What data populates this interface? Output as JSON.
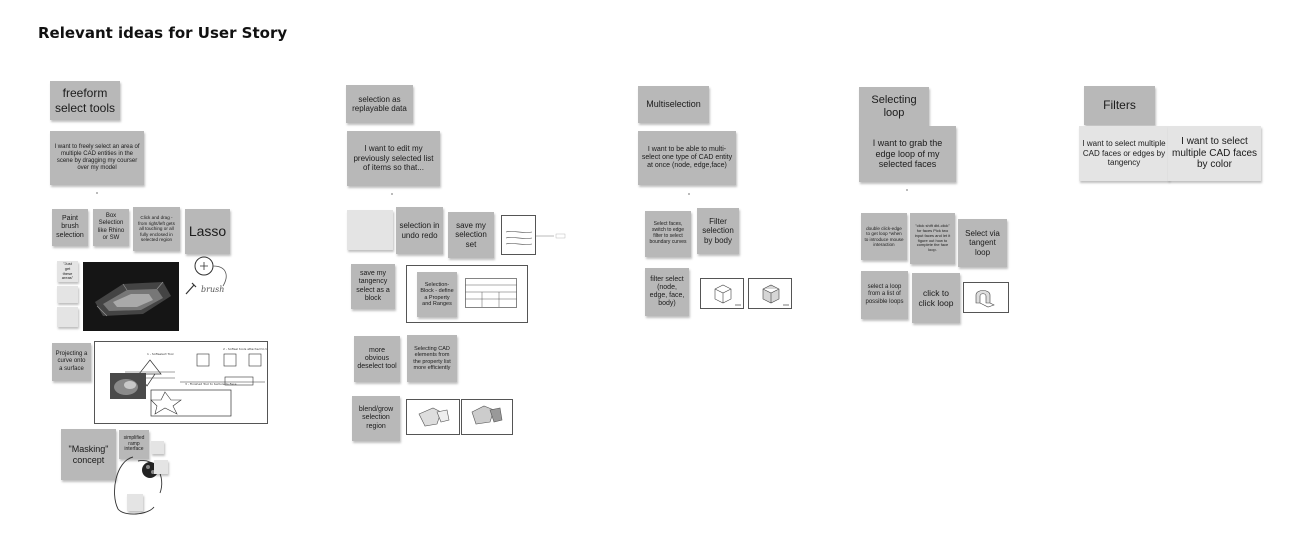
{
  "title": "Relevant ideas for User Story",
  "colors": {
    "sticky": "#b8b8b8",
    "sticky_light": "#e4e4e4",
    "sticky_dark": "#a9a9a9",
    "background": "#ffffff",
    "text": "#1b1b1b"
  },
  "col1": {
    "header": "freeform select tools",
    "story": "I want to freely select an area of multiple CAD entities in the scene by dragging my courser over my model",
    "paint_brush": "Paint brush selection",
    "box_selection": "Box Selection like Rhino or SW",
    "click_drag": "Click and drag - from right/left gets all touching or all fully enclosed in selected region",
    "lasso": "Lasso",
    "brush_sketch_label": "brush",
    "tiny_note_1": "\"Just get these areas\"",
    "projecting": "Projecting a curve onto a surface",
    "masking": "\"Masking\" concept",
    "simplified_ramp": "simplified ramp interface"
  },
  "col2": {
    "header": "selection as replayable data",
    "story": "I want to edit my previously selected list of items so that...",
    "selection_undo": "selection in undo redo",
    "save_selection_set": "save my selection set",
    "save_tangency": "save my tangency select as a block",
    "selection_block": "Selection-Block - define a Property and Ranges",
    "deselect_tool": "more obvious deselect tool",
    "selecting_cad": "Selecting CAD elements from the property list more efficiently",
    "blend_grow": "blend/grow selection region"
  },
  "col3": {
    "header": "Multiselection",
    "story": "I want to be able to multi-select one type of CAD entity at once (node, edge,face)",
    "select_faces": "Select faces, switch to edge filter to select boundary curves",
    "filter_by_body": "Filter selection by body",
    "filter_select": "filter select (node, edge, face, body)"
  },
  "col4": {
    "header": "Selecting loop",
    "story": "I want to grab the edge loop of my selected faces",
    "double_click": "double click-edge to get loop *when to introduce mouse interaction",
    "click_shift": "\"click shift dbl-click\" for faces Pick two input faces and let it figure out how to complete the face loop.",
    "select_via_tangent": "Select via tangent loop",
    "select_loop_list": "select a loop from a list of possible loops",
    "click_to_click": "click to click loop"
  },
  "col5": {
    "header": "Filters",
    "tangency": "I want to select multiple CAD faces or edges by tangency",
    "by_color": "I want to select multiple CAD faces by color"
  }
}
